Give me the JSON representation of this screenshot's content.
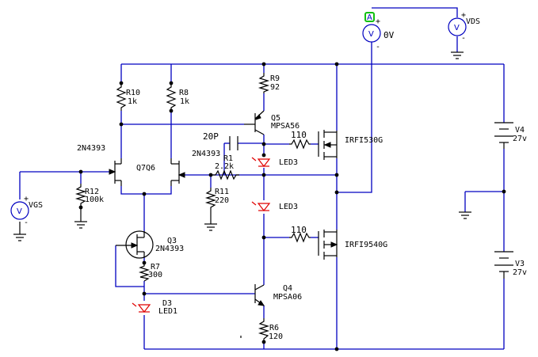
{
  "components": {
    "r10": {
      "name": "R10",
      "value": "1k"
    },
    "r8": {
      "name": "R8",
      "value": "1k"
    },
    "r9": {
      "name": "R9",
      "value": "92"
    },
    "r1": {
      "name": "R1",
      "value": "2.2k"
    },
    "r11": {
      "name": "R11",
      "value": "220"
    },
    "r12": {
      "name": "R12",
      "value": "100k"
    },
    "r7": {
      "name": "R7",
      "value": "300"
    },
    "r6": {
      "name": "R6",
      "value": "120"
    },
    "r_gate_top": {
      "value": "110"
    },
    "r_gate_bot": {
      "value": "110"
    },
    "c_comp": {
      "value": "20P"
    },
    "q5": {
      "name": "Q5",
      "part": "MPSA56"
    },
    "q4": {
      "name": "Q4",
      "part": "MPSA06"
    },
    "q3": {
      "name": "Q3",
      "part": "2N4393"
    },
    "q7q6": {
      "name": "Q7Q6",
      "part_left": "2N4393",
      "part_right": "2N4393"
    },
    "m_top": {
      "part": "IRFI530G"
    },
    "m_bot": {
      "part": "IRFI9540G"
    },
    "led3_a": {
      "name": "LED3"
    },
    "led3_b": {
      "name": "LED3"
    },
    "d3": {
      "name": "D3",
      "part": "LED1"
    },
    "v4": {
      "name": "V4",
      "value": "27v"
    },
    "v3": {
      "name": "V3",
      "value": "27v"
    }
  },
  "instruments": {
    "vgs": {
      "glyph": "V",
      "label": "VGS",
      "plus": "+",
      "minus": "-"
    },
    "vds": {
      "glyph": "V",
      "label": "VDS",
      "plus": "+",
      "minus": "-"
    },
    "ammeter": {
      "glyph": "V",
      "probe_glyph": "A",
      "reading": "0V",
      "plus": "+",
      "minus": "-"
    }
  },
  "colors": {
    "wire": "#0000c0",
    "part": "#000000",
    "led": "#e00000",
    "probe": "#10c010",
    "background": "#ffffff"
  }
}
